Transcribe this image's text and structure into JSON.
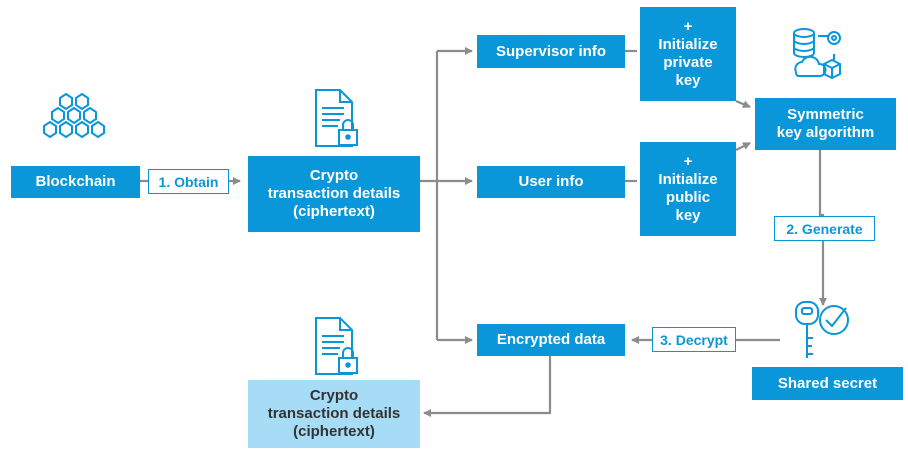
{
  "nodes": {
    "blockchain": "Blockchain",
    "crypto_tx_top": [
      "Crypto",
      "transaction details",
      "(ciphertext)"
    ],
    "supervisor_info": "Supervisor info",
    "user_info": "User info",
    "encrypted_data": "Encrypted data",
    "init_private_key": [
      "+",
      "Initialize",
      "private",
      "key"
    ],
    "init_public_key": [
      "+",
      "Initialize",
      "public",
      "key"
    ],
    "symmetric_key_algorithm": [
      "Symmetric",
      "key algorithm"
    ],
    "shared_secret": "Shared secret",
    "crypto_tx_bottom": [
      "Crypto",
      "transaction details",
      "(ciphertext)"
    ]
  },
  "steps": {
    "obtain": "1. Obtain",
    "generate": "2. Generate",
    "decrypt": "3. Decrypt"
  },
  "icons": {
    "blockchain": "blockchain-cubes-icon",
    "document_top": "locked-document-icon",
    "database_cloud": "database-cloud-icon",
    "key_check": "key-check-icon",
    "document_bottom": "locked-document-icon"
  },
  "colors": {
    "primary_box": "#0a97d9",
    "light_box": "#a6dcf6",
    "arrow": "#8c8c8c",
    "icon": "#0a97d9"
  }
}
